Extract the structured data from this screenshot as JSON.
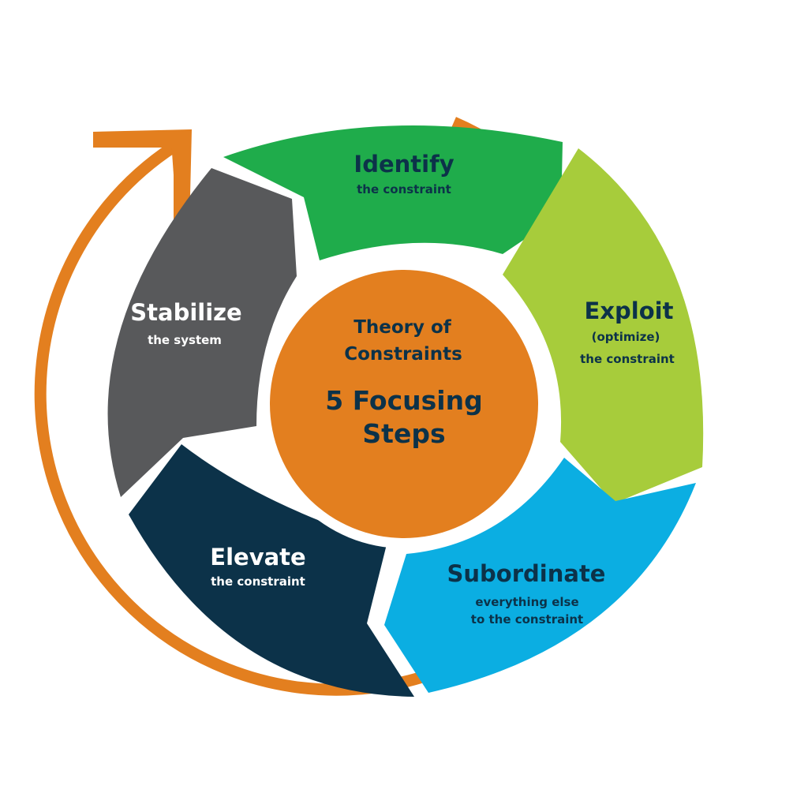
{
  "colors": {
    "identify": "#1fac4b",
    "exploit": "#a7cc3b",
    "subordinate": "#0baee2",
    "elevate": "#0c3249",
    "stabilize": "#58595b",
    "accent": "#e37f1f",
    "dark_text": "#0c3249",
    "light_text": "#ffffff"
  },
  "center": {
    "line1": "Theory of",
    "line2": "Constraints",
    "line3": "5 Focusing",
    "line4": "Steps"
  },
  "steps": {
    "identify": {
      "title": "Identify",
      "sub1": "the constraint"
    },
    "exploit": {
      "title": "Exploit",
      "sub1": "(optimize)",
      "sub2": "the constraint"
    },
    "subordinate": {
      "title": "Subordinate",
      "sub1": "everything else",
      "sub2": "to the constraint"
    },
    "elevate": {
      "title": "Elevate",
      "sub1": "the constraint"
    },
    "stabilize": {
      "title": "Stabilize",
      "sub1": "the system"
    }
  },
  "icons": {
    "cycle_arrow": "circular-arrow-icon"
  }
}
